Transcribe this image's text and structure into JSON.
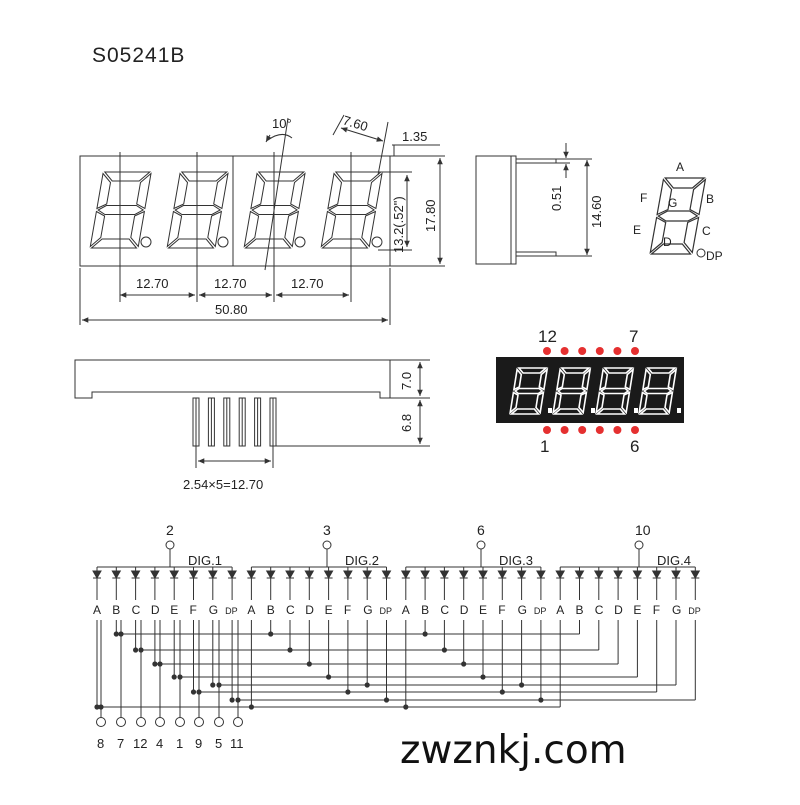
{
  "part_number": "S05241B",
  "watermark_brand": "zwznkj.com",
  "front_view": {
    "slant_angle": "10°",
    "digit_width": "7.60",
    "edge_offset": "1.35",
    "digit_height": "13.2(.52\")",
    "body_height": "17.80",
    "pitch_1": "12.70",
    "pitch_2": "12.70",
    "pitch_3": "12.70",
    "total_width": "50.80"
  },
  "side_view": {
    "pin_diameter": "0.51",
    "pin_span": "14.60"
  },
  "segment_map": {
    "labels": {
      "A": "A",
      "B": "B",
      "C": "C",
      "D": "D",
      "E": "E",
      "F": "F",
      "G": "G",
      "DP": "DP"
    }
  },
  "bottom_view": {
    "body_thickness": "7.0",
    "pin_length": "6.8",
    "pin_pitch": "2.54×5=12.70"
  },
  "pinout": {
    "top_left": "12",
    "top_right": "7",
    "bottom_left": "1",
    "bottom_right": "6"
  },
  "schematic": {
    "digits": [
      {
        "pin": "2",
        "label": "DIG.1"
      },
      {
        "pin": "3",
        "label": "DIG.2"
      },
      {
        "pin": "6",
        "label": "DIG.3"
      },
      {
        "pin": "10",
        "label": "DIG.4"
      }
    ],
    "segment_labels": [
      "A",
      "B",
      "C",
      "D",
      "E",
      "F",
      "G",
      "DP"
    ],
    "bottom_pins": [
      "8",
      "7",
      "12",
      "4",
      "1",
      "9",
      "5",
      "11"
    ]
  },
  "colors": {
    "line": "#333333",
    "segment_fill": "#ffffff",
    "panel": "#1a1a1a",
    "panel_segment": "#ffffff",
    "pin_dot": "#e53030"
  }
}
